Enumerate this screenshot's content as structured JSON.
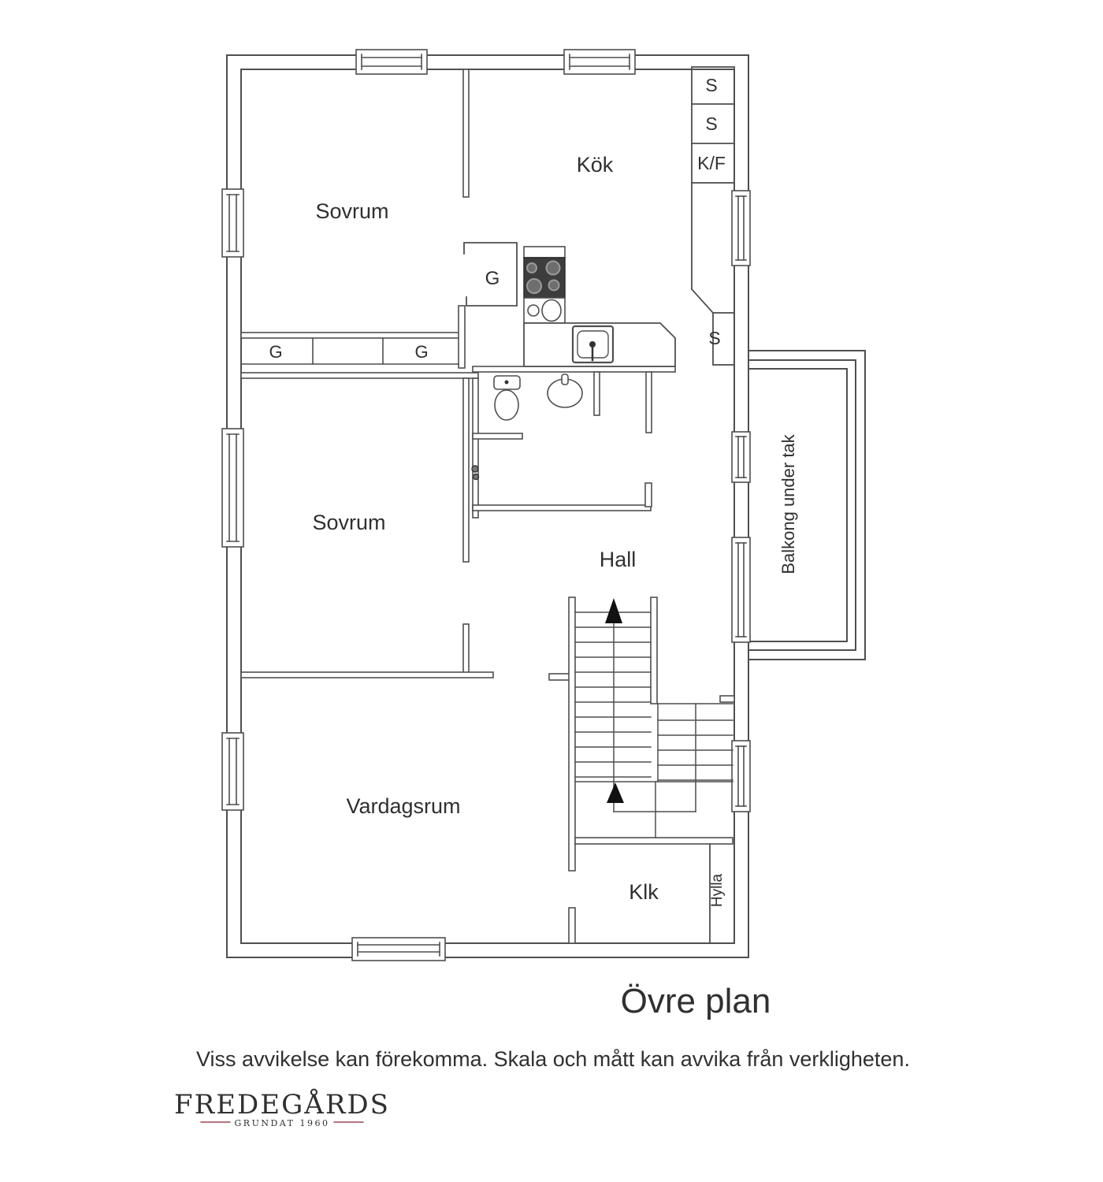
{
  "plan": {
    "title": "Övre plan",
    "disclaimer": "Viss avvikelse kan förekomma. Skala och mått kan avvika från verkligheten.",
    "rooms": {
      "bedroom1": "Sovrum",
      "kitchen": "Kök",
      "bedroom2": "Sovrum",
      "hall": "Hall",
      "living_room": "Vardagsrum",
      "closet_room": "Klk",
      "shelf": "Hylla",
      "balcony": "Balkong under tak"
    },
    "cabinets": {
      "s1": "S",
      "s2": "S",
      "kf": "K/F",
      "s3": "S",
      "g_stove": "G",
      "g_left": "G",
      "g_right": "G"
    },
    "stairs": {
      "direction": "up"
    },
    "colors": {
      "line": "#4f4f4f",
      "stove": "#3d3d3d",
      "burner_ring": "#9a9a9a",
      "burner_center": "#6e6e6e",
      "logo": "#8e2230"
    }
  },
  "footer": {
    "logo_name": "FREDEGÅRDS",
    "logo_tagline": "GRUNDAT 1960"
  }
}
